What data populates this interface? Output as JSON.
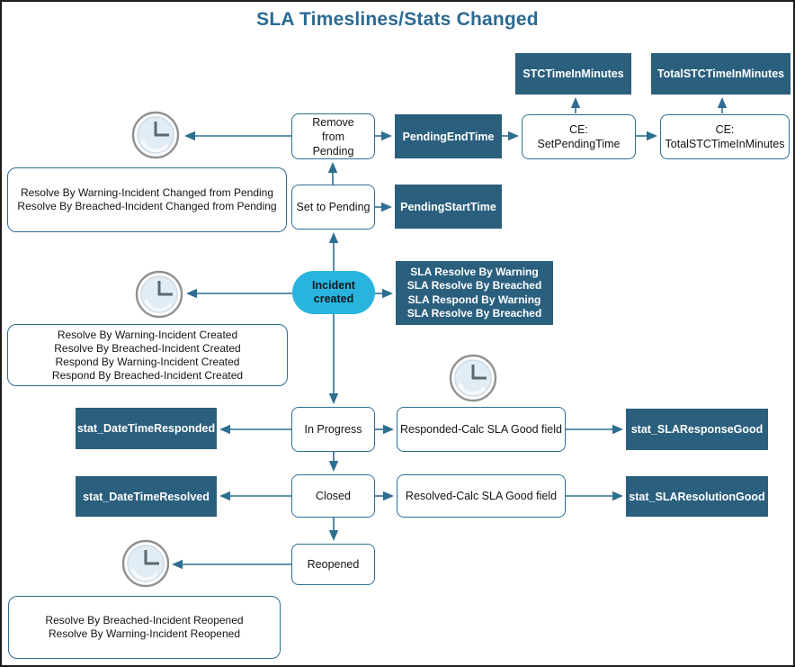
{
  "title": "SLA Timeslines/Stats Changed",
  "colors": {
    "dark_box_fill": "#2A5F7E",
    "connector": "#2E6E91",
    "incident_pill_fill": "#29B4DE",
    "title_text": "#2B6A93"
  },
  "icons": {
    "clock": "analog-clock showing hands at 12 and 3"
  },
  "nodes": {
    "stc_time_in_minutes": "STCTimeInMinutes",
    "total_stc_time_in_minutes": "TotalSTCTimeInMinutes",
    "remove_from_pending": "Remove from Pending",
    "pending_end_time": "PendingEndTime",
    "ce_set_pending_time": [
      "CE:",
      "SetPendingTime"
    ],
    "ce_total_stc_time_in_minutes": [
      "CE:",
      "TotalSTCTimeInMinutes"
    ],
    "set_to_pending": "Set to Pending",
    "pending_start_time": "PendingStartTime",
    "incident_created": [
      "Incident",
      "created"
    ],
    "sla_flags": [
      "SLA Resolve By Warning",
      "SLA Resolve By Breached",
      "SLA Respond By Warning",
      "SLA Resolve By Breached"
    ],
    "stat_date_time_responded": "stat_DateTimeResponded",
    "in_progress": "In Progress",
    "responded_calc_sla_good_field": "Responded-Calc SLA Good field",
    "stat_sla_response_good": "stat_SLAResponseGood",
    "stat_date_time_resolved": "stat_DateTimeResolved",
    "closed": "Closed",
    "resolved_calc_sla_good_field": "Resolved-Calc SLA Good field",
    "stat_sla_resolution_good": "stat_SLAResolutionGood",
    "reopened": "Reopened"
  },
  "notes": {
    "changed_from_pending": [
      "Resolve By Warning-Incident Changed from Pending",
      "Resolve By Breached-Incident Changed from Pending"
    ],
    "incident_created": [
      "Resolve By Warning-Incident Created",
      "Resolve By Breached-Incident Created",
      "Respond By Warning-Incident Created",
      "Respond By Breached-Incident Created"
    ],
    "incident_reopened": [
      "Resolve By Breached-Incident Reopened",
      "Resolve By Warning-Incident Reopened"
    ]
  }
}
